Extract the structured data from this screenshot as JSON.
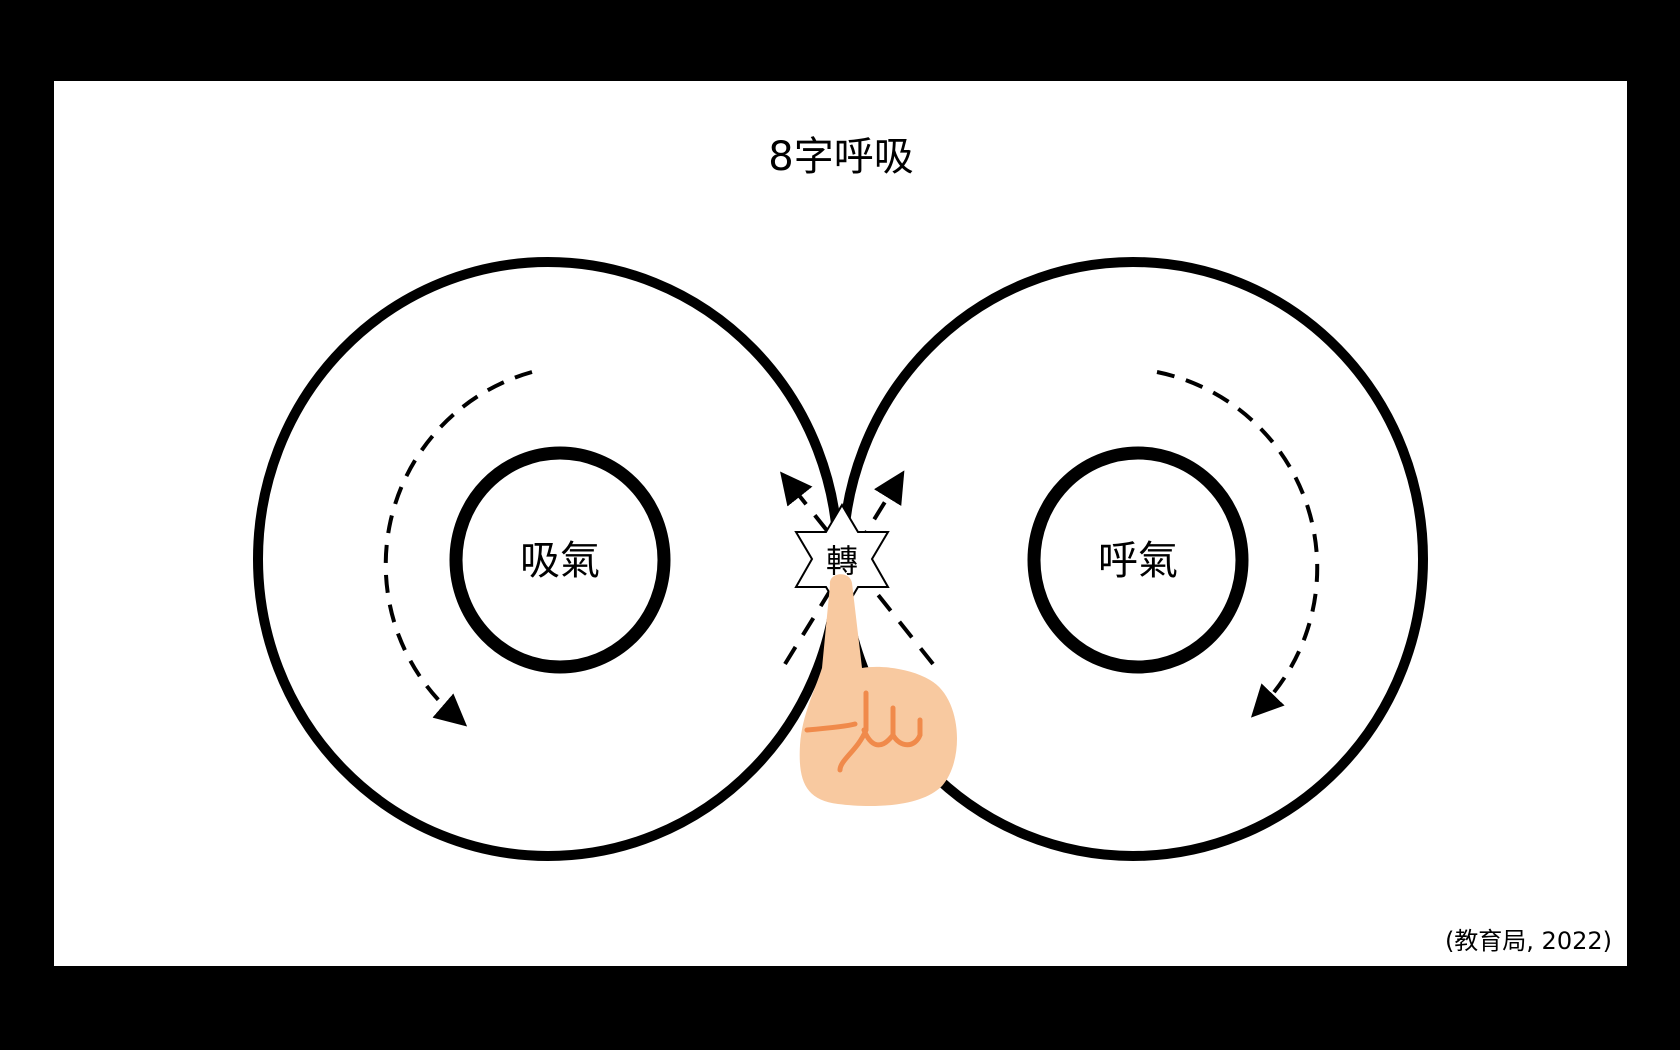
{
  "slide": {
    "title": "8字呼吸",
    "left_label": "吸氣",
    "right_label": "呼氣",
    "center_label": "轉",
    "citation": "(教育局, 2022)"
  },
  "icons": {
    "pointer": "pointing-hand-icon",
    "star": "six-point-star-icon"
  },
  "colors": {
    "background": "#000000",
    "slide": "#ffffff",
    "stroke": "#000000",
    "hand_fill": "#f8c9a0",
    "hand_line": "#f08a4b"
  }
}
